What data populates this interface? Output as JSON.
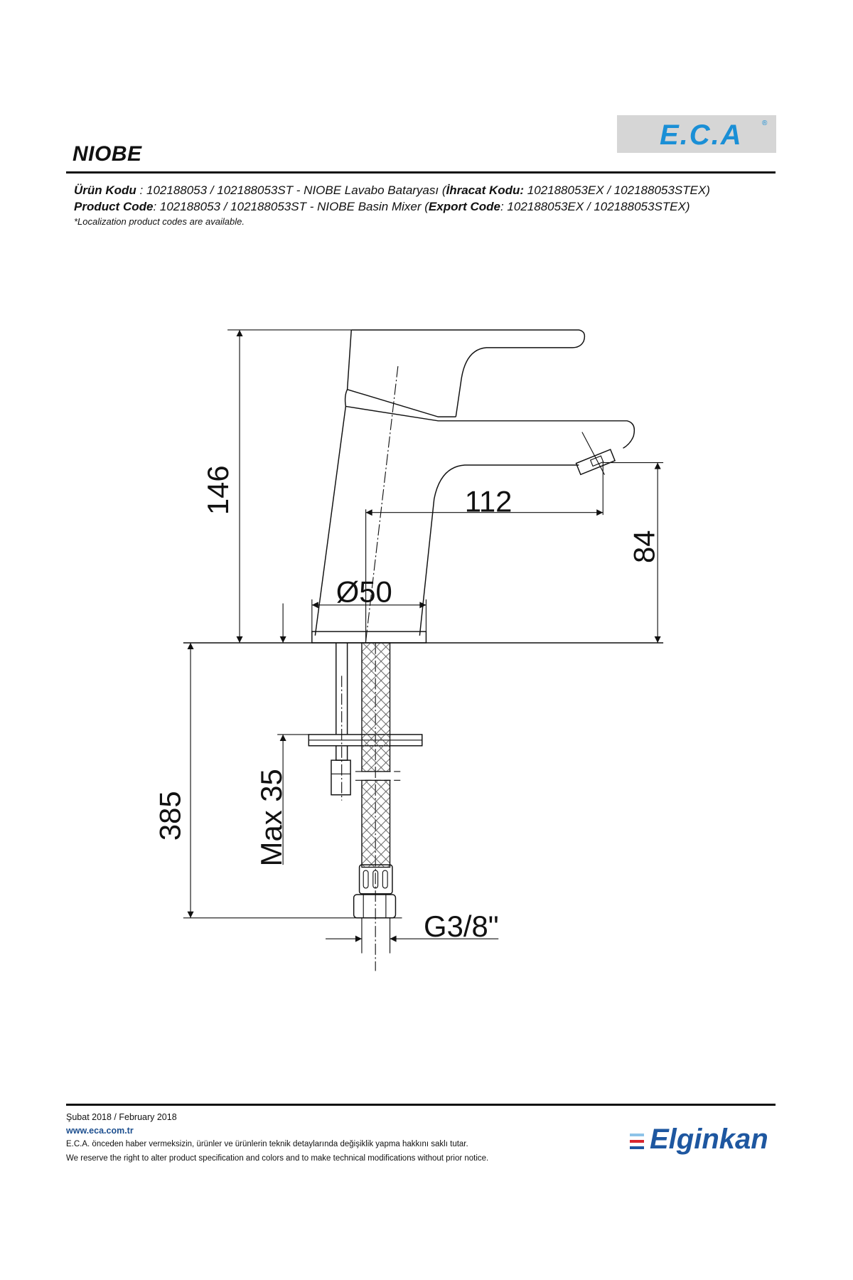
{
  "header": {
    "title": "NIOBE",
    "logo": "E.C.A",
    "logo_mark": "®"
  },
  "codes": {
    "tr_label": "Ürün Kodu",
    "tr_value": "   : 102188053 / 102188053ST - NIOBE Lavabo Bataryası (",
    "tr_export_label": "İhracat Kodu:",
    "tr_export_value": " 102188053EX / 102188053STEX)",
    "en_label": "Product Code",
    "en_value": ": 102188053 / 102188053ST - NIOBE Basin Mixer (",
    "en_export_label": "Export Code",
    "en_export_value": ": 102188053EX / 102188053STEX)",
    "note": "*Localization product codes are available."
  },
  "dimensions": {
    "height_total": "146",
    "spout_reach": "112",
    "spout_height": "84",
    "base_diameter": "Ø50",
    "hose_length": "385",
    "max_deck": "Max 35",
    "connection": "G3/8\""
  },
  "footer": {
    "date": "Şubat 2018 / February 2018",
    "website": "www.eca.com.tr",
    "disclaimer_tr": "E.C.A. önceden haber vermeksizin, ürünler ve ürünlerin teknik detaylarında değişiklik yapma hakkını saklı tutar.",
    "disclaimer_en": "We reserve the right to alter product specification and colors and to make technical modifications without prior notice.",
    "brand": "Elginkan"
  },
  "colors": {
    "eca_blue": "#1a8fd6",
    "elginkan_blue": "#1e57a0",
    "elginkan_red": "#d8262e"
  }
}
